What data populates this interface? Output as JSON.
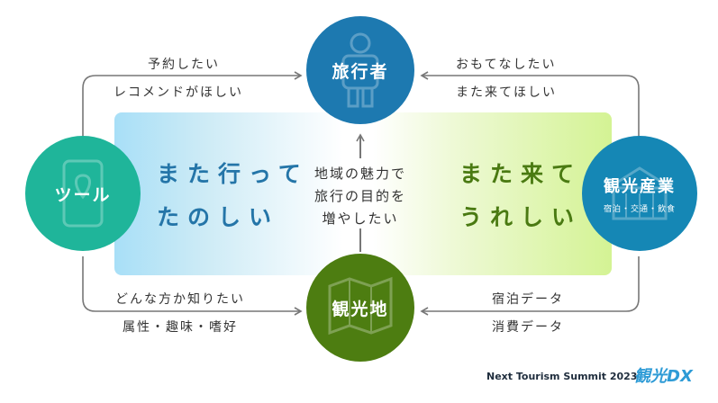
{
  "nodes": {
    "traveler": {
      "label": "旅行者"
    },
    "tool": {
      "label": "ツール"
    },
    "tourism_industry": {
      "label": "観光産業",
      "sub": "宿泊・交通・飲食"
    },
    "destination": {
      "label": "観光地"
    }
  },
  "edges": {
    "tool_to_traveler": [
      "予約したい",
      "レコメンドがほしい"
    ],
    "industry_to_traveler": [
      "おもてなしたい",
      "また来てほしい"
    ],
    "tool_to_destination": [
      "どんな方か知りたい",
      "属性・趣味・嗜好"
    ],
    "industry_to_destination": [
      "宿泊データ",
      "消費データ"
    ]
  },
  "band": {
    "left_message": [
      "また行って",
      "たのしい"
    ],
    "right_message": [
      "また来て",
      "うれしい"
    ],
    "center_message": [
      "地域の魅力で",
      "旅行の目的を",
      "増やしたい"
    ]
  },
  "footer": {
    "event": "Next Tourism Summit 2023",
    "logo": "観光DX"
  },
  "colors": {
    "traveler": "#1d79b0",
    "tool": "#1fb59a",
    "industry": "#1587b5",
    "destination": "#4d7d11",
    "line": "#777777"
  }
}
